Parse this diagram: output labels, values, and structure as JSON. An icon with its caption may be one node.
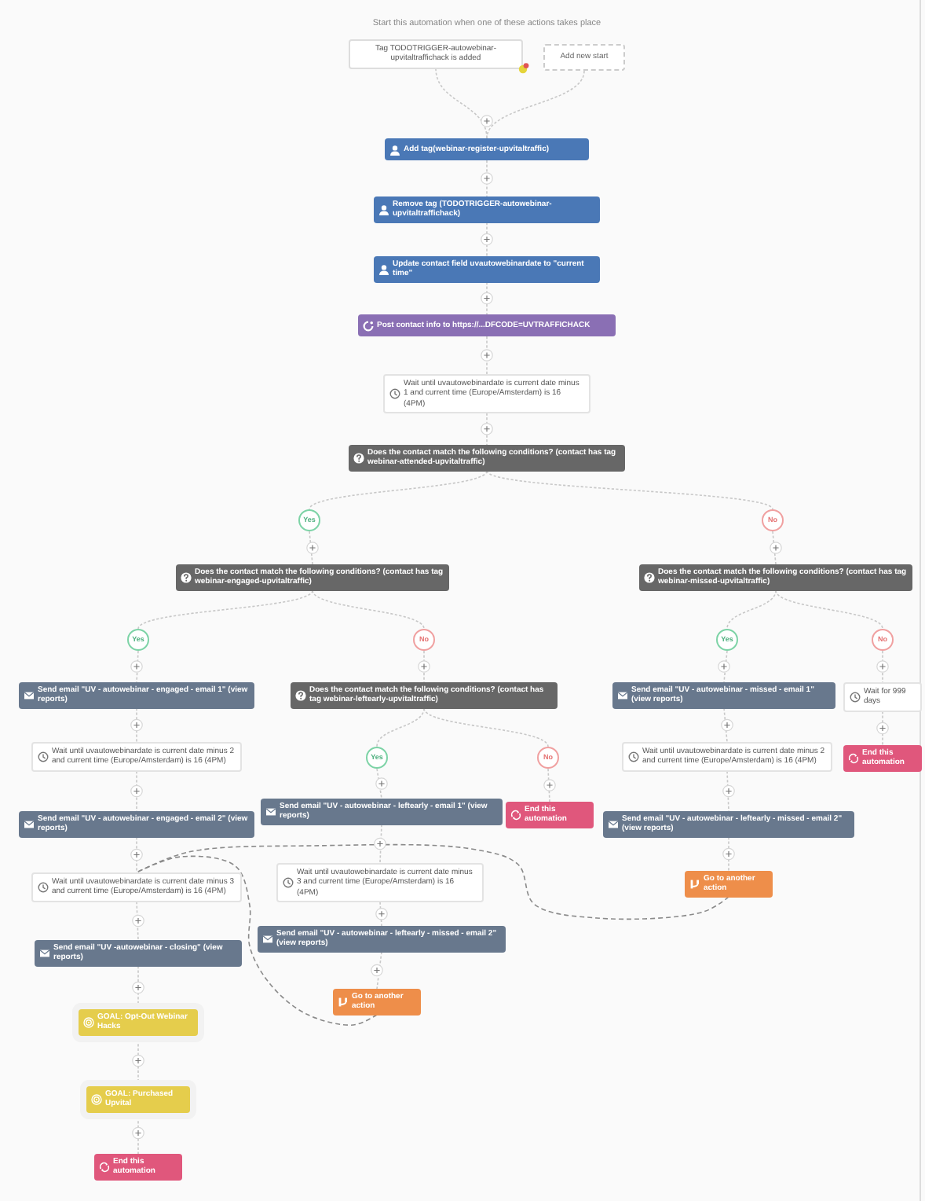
{
  "diagram": {
    "nodes": [
      {
        "text": [
          "Tag TODOTRIGGER-autowebinar-upvitaltraffichack is added"
        ]
      },
      {
        "text": [
          "Add new start"
        ]
      },
      {
        "text": [
          "Add tag(webinar-register-upvitaltraffic)"
        ]
      },
      {
        "text": [
          "Remove tag (TODOTRIGGER-autowebinar-upvitaltraffichack)"
        ]
      },
      {
        "text": [
          "Update contact field uvautowebinardate to \"current time\""
        ]
      },
      {
        "text": [
          "Post contact info to https://...DFCODE=UVTRAFFICHACK"
        ]
      },
      {
        "text": [
          "Wait until uvautowebinardate is current date minus 1 and current time (Europe/Amsterdam) is 16 (4PM)"
        ]
      },
      {
        "text": [
          "Does the contact match the following conditions? (contact has tag webinar-attended-upvitaltraffic)"
        ]
      },
      {
        "text": [
          "Yes"
        ]
      },
      {
        "text": [
          "No"
        ]
      },
      {
        "text": [
          "Does the contact match the following conditions? (contact has tag webinar-engaged-upvitaltraffic)"
        ]
      },
      {
        "text": [
          "Does the contact match the following conditions? (contact has tag webinar-missed-upvitaltraffic)"
        ]
      },
      {
        "text": [
          "Yes"
        ]
      },
      {
        "text": [
          "No"
        ]
      },
      {
        "text": [
          "Yes"
        ]
      },
      {
        "text": [
          "No"
        ]
      },
      {
        "text": [
          "Send email \"UV - autowebinar - engaged - email 1\" (view reports)"
        ]
      },
      {
        "text": [
          "Does the contact match the following conditions? (contact has tag webinar-leftearly-upvitaltraffic)"
        ]
      },
      {
        "text": [
          "Send email \"UV - autowebinar - missed - email 1\" (view reports)"
        ]
      },
      {
        "text": [
          "Wait for 999 days"
        ]
      },
      {
        "text": [
          "Wait until uvautowebinardate is current date minus 2 and current time (Europe/Amsterdam) is 16 (4PM)"
        ]
      },
      {
        "text": [
          "Yes"
        ]
      },
      {
        "text": [
          "No"
        ]
      },
      {
        "text": [
          "Wait until uvautowebinardate is current date minus 2 and current time (Europe/Amsterdam) is 16 (4PM)"
        ]
      },
      {
        "text": [
          "End this automation"
        ]
      },
      {
        "text": [
          "Send email \"UV - autowebinar - engaged - email 2\" (view reports)"
        ]
      },
      {
        "text": [
          "Send email \"UV - autowebinar - leftearly - email 1\" (view reports)"
        ]
      },
      {
        "text": [
          "End this automation"
        ]
      },
      {
        "text": [
          "Send email \"UV - autowebinar - leftearly - missed - email 2\" (view reports)"
        ]
      },
      {
        "text": [
          "Wait until uvautowebinardate is current date minus 3 and current time (Europe/Amsterdam) is 16 (4PM)"
        ]
      },
      {
        "text": [
          "Wait until uvautowebinardate is current date minus 3 and current time (Europe/Amsterdam) is 16 (4PM)"
        ]
      },
      {
        "text": [
          "Go to another action"
        ]
      },
      {
        "text": [
          "Send email \"UV - autowebinar - leftearly - missed - email 2\" (view reports)"
        ]
      },
      {
        "text": [
          "Send email \"UV -autowebinar - closing\" (view reports)"
        ]
      },
      {
        "text": [
          "Go to another action"
        ]
      },
      {
        "text": [
          "GOAL: Opt-Out Webinar Hacks"
        ]
      },
      {
        "text": [
          "GOAL: Purchased Upvital"
        ]
      },
      {
        "text": [
          "End this automation"
        ]
      }
    ],
    "edges": [
      {
        "from": 0,
        "to": 2,
        "arrow": "none"
      },
      {
        "from": 1,
        "to": 2,
        "arrow": "none"
      },
      {
        "from": 2,
        "to": 3,
        "arrow": "none"
      },
      {
        "from": 3,
        "to": 4,
        "arrow": "none"
      },
      {
        "from": 4,
        "to": 5,
        "arrow": "none"
      },
      {
        "from": 5,
        "to": 6,
        "arrow": "none"
      },
      {
        "from": 6,
        "to": 7,
        "arrow": "none"
      },
      {
        "from": 7,
        "to": 8,
        "arrow": "none"
      },
      {
        "from": 7,
        "to": 9,
        "arrow": "none"
      },
      {
        "from": 8,
        "to": 10,
        "arrow": "none"
      },
      {
        "from": 9,
        "to": 11,
        "arrow": "none"
      },
      {
        "from": 10,
        "to": 12,
        "arrow": "none"
      },
      {
        "from": 10,
        "to": 13,
        "arrow": "none"
      },
      {
        "from": 11,
        "to": 14,
        "arrow": "none"
      },
      {
        "from": 11,
        "to": 15,
        "arrow": "none"
      },
      {
        "from": 12,
        "to": 16,
        "arrow": "none"
      },
      {
        "from": 13,
        "to": 17,
        "arrow": "none"
      },
      {
        "from": 14,
        "to": 18,
        "arrow": "none"
      },
      {
        "from": 15,
        "to": 19,
        "arrow": "none"
      },
      {
        "from": 16,
        "to": 20,
        "arrow": "none"
      },
      {
        "from": 17,
        "to": 21,
        "arrow": "none"
      },
      {
        "from": 17,
        "to": 22,
        "arrow": "none"
      },
      {
        "from": 18,
        "to": 23,
        "arrow": "none"
      },
      {
        "from": 19,
        "to": 24,
        "arrow": "none"
      },
      {
        "from": 20,
        "to": 25,
        "arrow": "none"
      },
      {
        "from": 21,
        "to": 26,
        "arrow": "none"
      },
      {
        "from": 22,
        "to": 27,
        "arrow": "none"
      },
      {
        "from": 23,
        "to": 28,
        "arrow": "none"
      },
      {
        "from": 25,
        "to": 29,
        "arrow": "none"
      },
      {
        "from": 26,
        "to": 30,
        "arrow": "none"
      },
      {
        "from": 28,
        "to": 31,
        "arrow": "none"
      },
      {
        "from": 29,
        "to": 33,
        "arrow": "none"
      },
      {
        "from": 30,
        "to": 32,
        "arrow": "none"
      },
      {
        "from": 32,
        "to": 34,
        "arrow": "none"
      },
      {
        "from": 33,
        "to": 35,
        "arrow": "none"
      },
      {
        "from": 35,
        "to": 36,
        "arrow": "none"
      },
      {
        "from": 36,
        "to": 37,
        "arrow": "none"
      },
      {
        "from": 31,
        "to": 29,
        "arrow": "none",
        "style": "dashed",
        "color": "#8a8a8a"
      },
      {
        "from": 34,
        "to": 29,
        "arrow": "none",
        "style": "dashed",
        "color": "#8a8a8a"
      }
    ],
    "labels": [
      "Start this automation when one of these actions takes place"
    ]
  }
}
